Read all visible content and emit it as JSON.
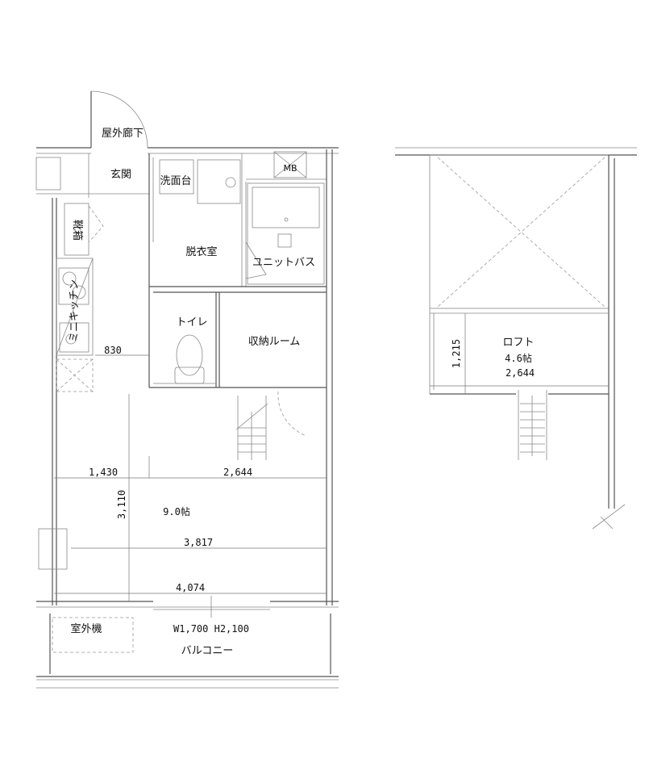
{
  "floor_plan": {
    "main_floor": {
      "rooms": {
        "outdoor_corridor": "屋外廊下",
        "entrance": "玄関",
        "washstand": "洗面台",
        "meter_box": "MB",
        "shoe_cabinet": "靴箱",
        "dressing_room": "脱衣室",
        "unit_bath": "ユニットバス",
        "mini_kitchen": "ミニキッチン",
        "toilet": "トイレ",
        "storage_room": "収納ルーム",
        "living_area": "9.0帖",
        "outdoor_unit": "室外機",
        "balcony": "バルコニー"
      },
      "dimensions": {
        "kitchen_depth": "830",
        "left_width": "1,430",
        "right_width": "2,644",
        "room_depth": "3,110",
        "inner_width": "3,817",
        "total_width": "4,074",
        "window_size": "W1,700 H2,100"
      }
    },
    "loft": {
      "label": "ロフト",
      "area": "4.6帖",
      "width": "2,644",
      "depth": "1,215"
    }
  }
}
